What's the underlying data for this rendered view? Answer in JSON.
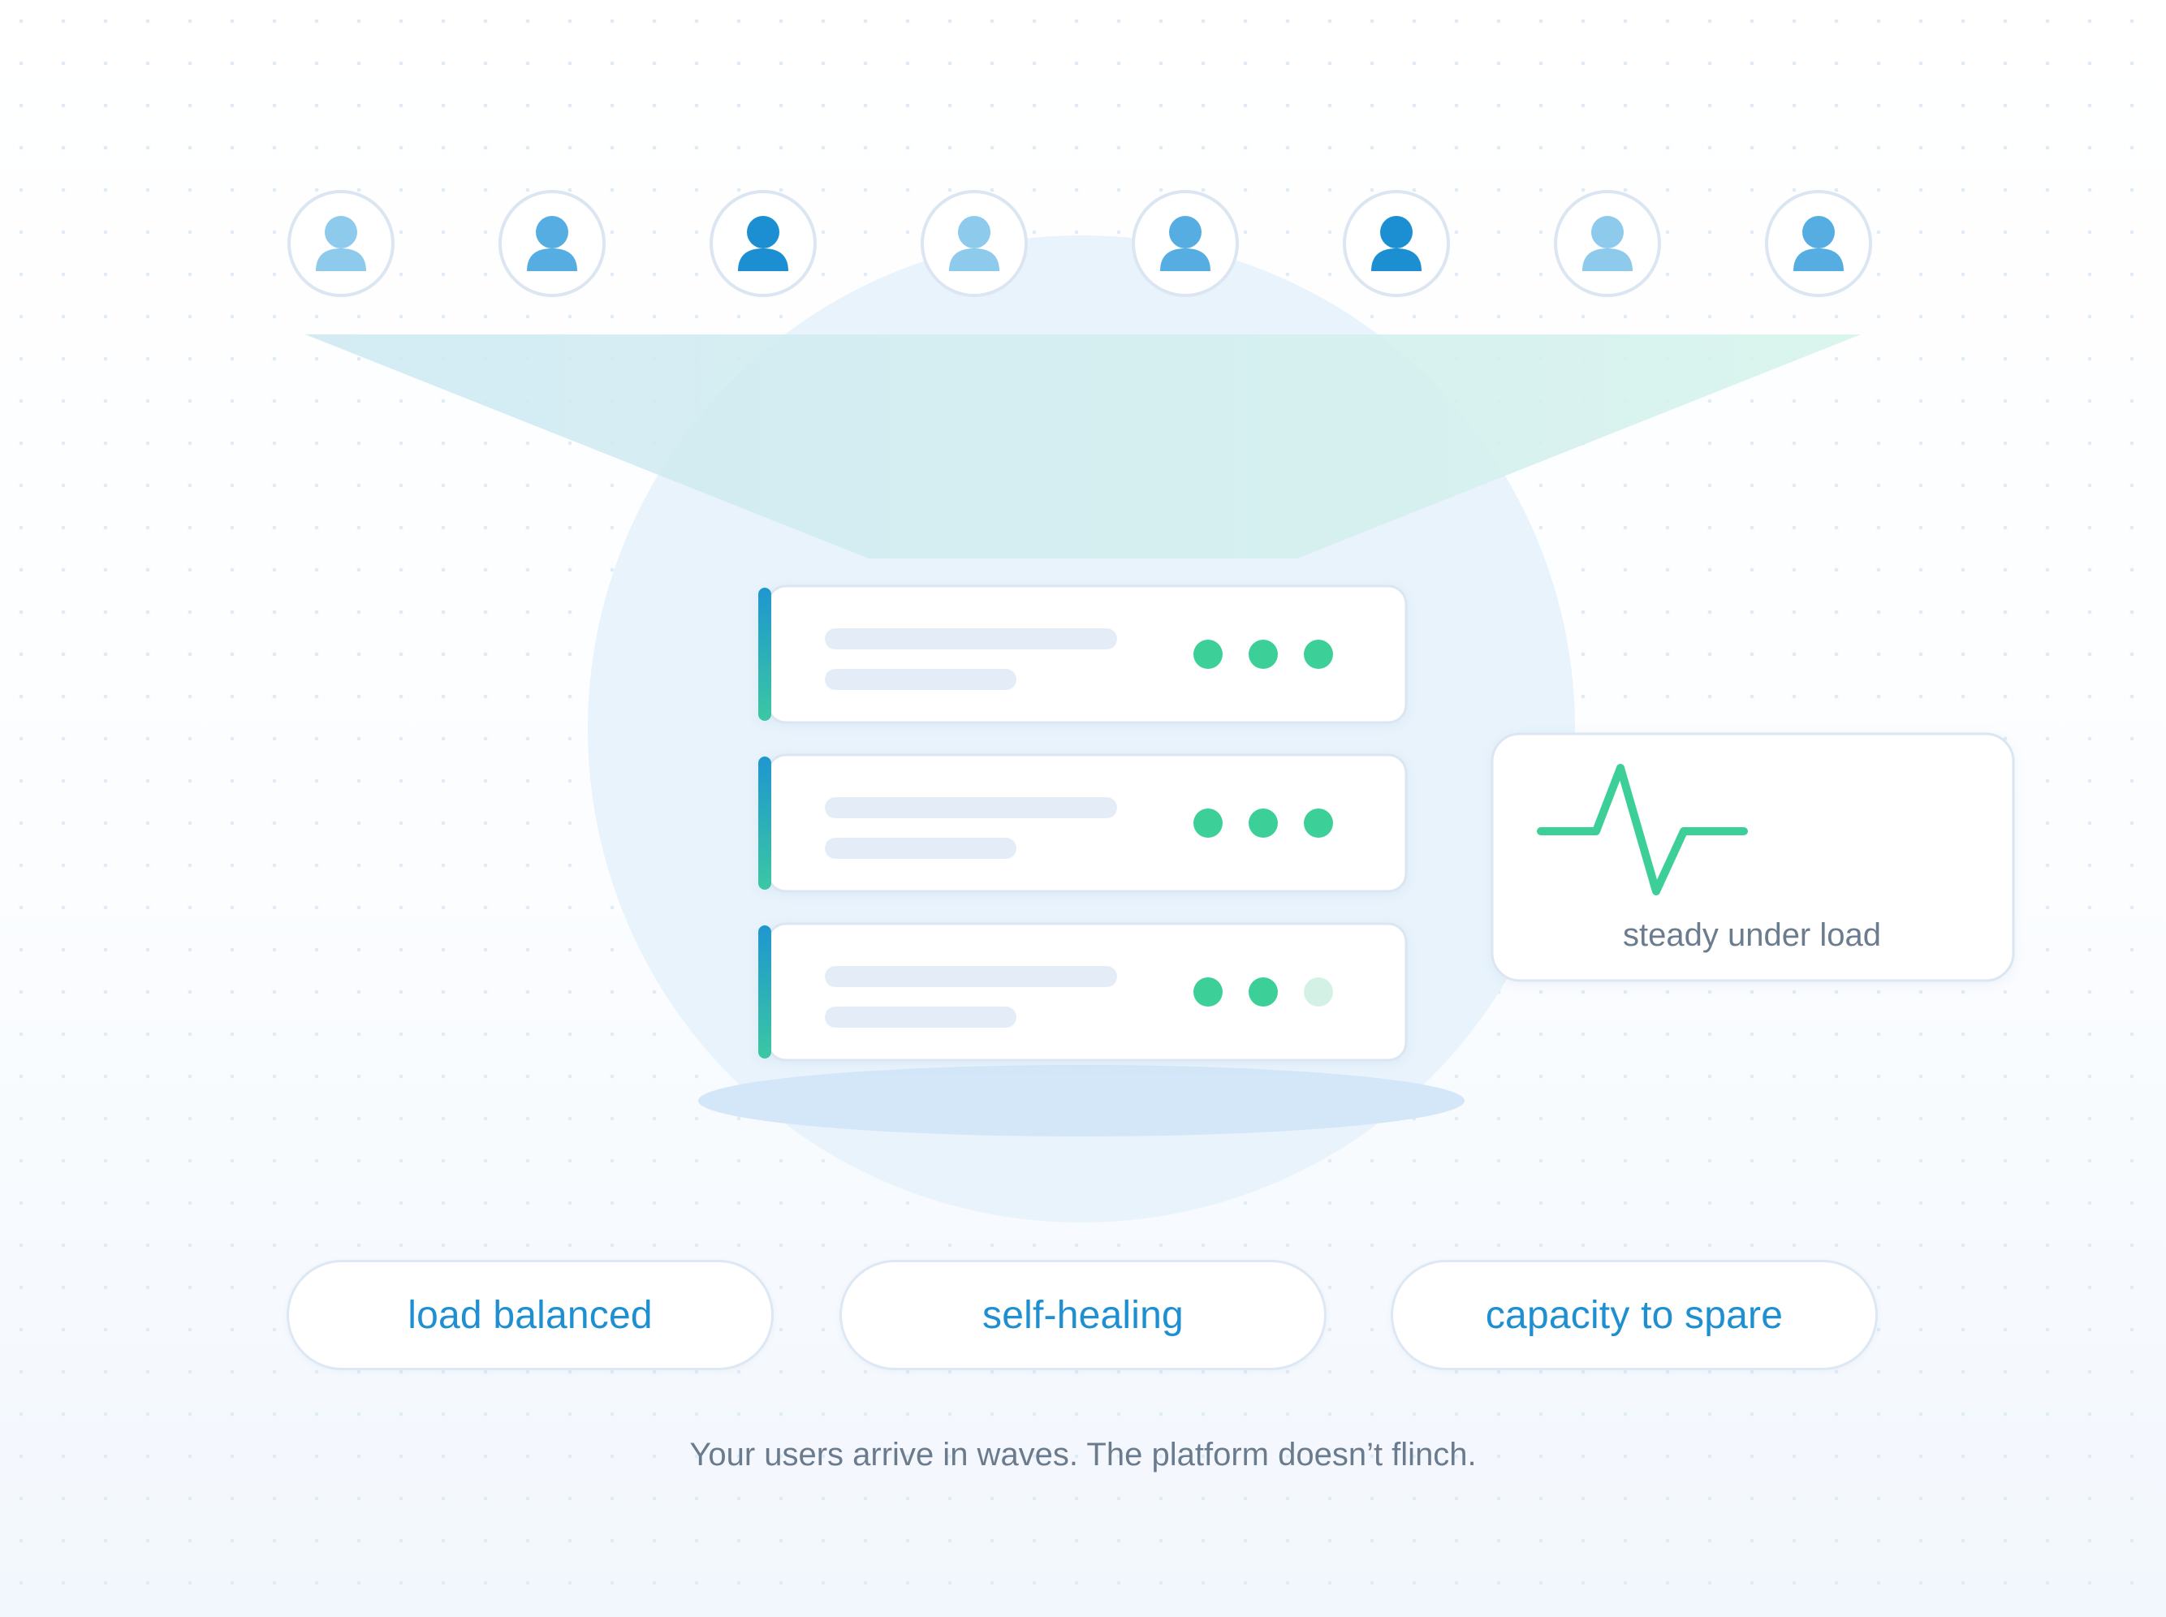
{
  "users": [
    {
      "icon": "user-icon",
      "color": "#8ecaec"
    },
    {
      "icon": "user-icon",
      "color": "#55ade2"
    },
    {
      "icon": "user-icon",
      "color": "#1b8fd2"
    },
    {
      "icon": "user-icon",
      "color": "#8ecaec"
    },
    {
      "icon": "user-icon",
      "color": "#55ade2"
    },
    {
      "icon": "user-icon",
      "color": "#1b8fd2"
    },
    {
      "icon": "user-icon",
      "color": "#8ecaec"
    },
    {
      "icon": "user-icon",
      "color": "#55ade2"
    }
  ],
  "servers": [
    {
      "status_leds": [
        "on",
        "on",
        "on"
      ]
    },
    {
      "status_leds": [
        "on",
        "on",
        "on"
      ]
    },
    {
      "status_leds": [
        "on",
        "on",
        "dim"
      ]
    }
  ],
  "monitor": {
    "icon": "pulse-icon",
    "label": "steady under load"
  },
  "pills": [
    {
      "label": "load balanced"
    },
    {
      "label": "self-healing"
    },
    {
      "label": "capacity to spare"
    }
  ],
  "caption": "Your users arrive in waves. The platform doesn’t flinch.",
  "colors": {
    "accent_blue": "#1e8fd0",
    "status_green": "#3ecf98",
    "status_dim": "#d3f2e5",
    "muted_text": "#6b7b8e"
  }
}
